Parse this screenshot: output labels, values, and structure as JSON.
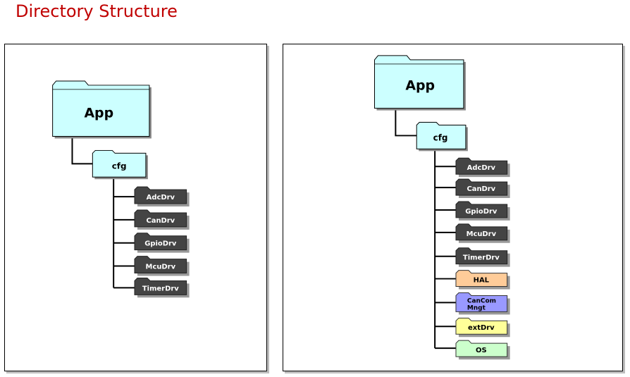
{
  "title": "Directory Structure",
  "colors": {
    "title": "#c00000",
    "app_folder": "#ccffff",
    "driver_folder": "#444444",
    "hal": "#ffcc99",
    "cancom": "#9999ff",
    "extdrv": "#ffff99",
    "os": "#ccffcc"
  },
  "left_tree": {
    "root": "App",
    "cfg": "cfg",
    "children": [
      "AdcDrv",
      "CanDrv",
      "GpioDrv",
      "McuDrv",
      "TimerDrv"
    ]
  },
  "right_tree": {
    "root": "App",
    "cfg": "cfg",
    "drivers": [
      "AdcDrv",
      "CanDrv",
      "GpioDrv",
      "McuDrv",
      "TimerDrv"
    ],
    "hal": "HAL",
    "cancom_line1": "CanCom",
    "cancom_line2": "Mngt",
    "extdrv": "extDrv",
    "os": "OS"
  }
}
